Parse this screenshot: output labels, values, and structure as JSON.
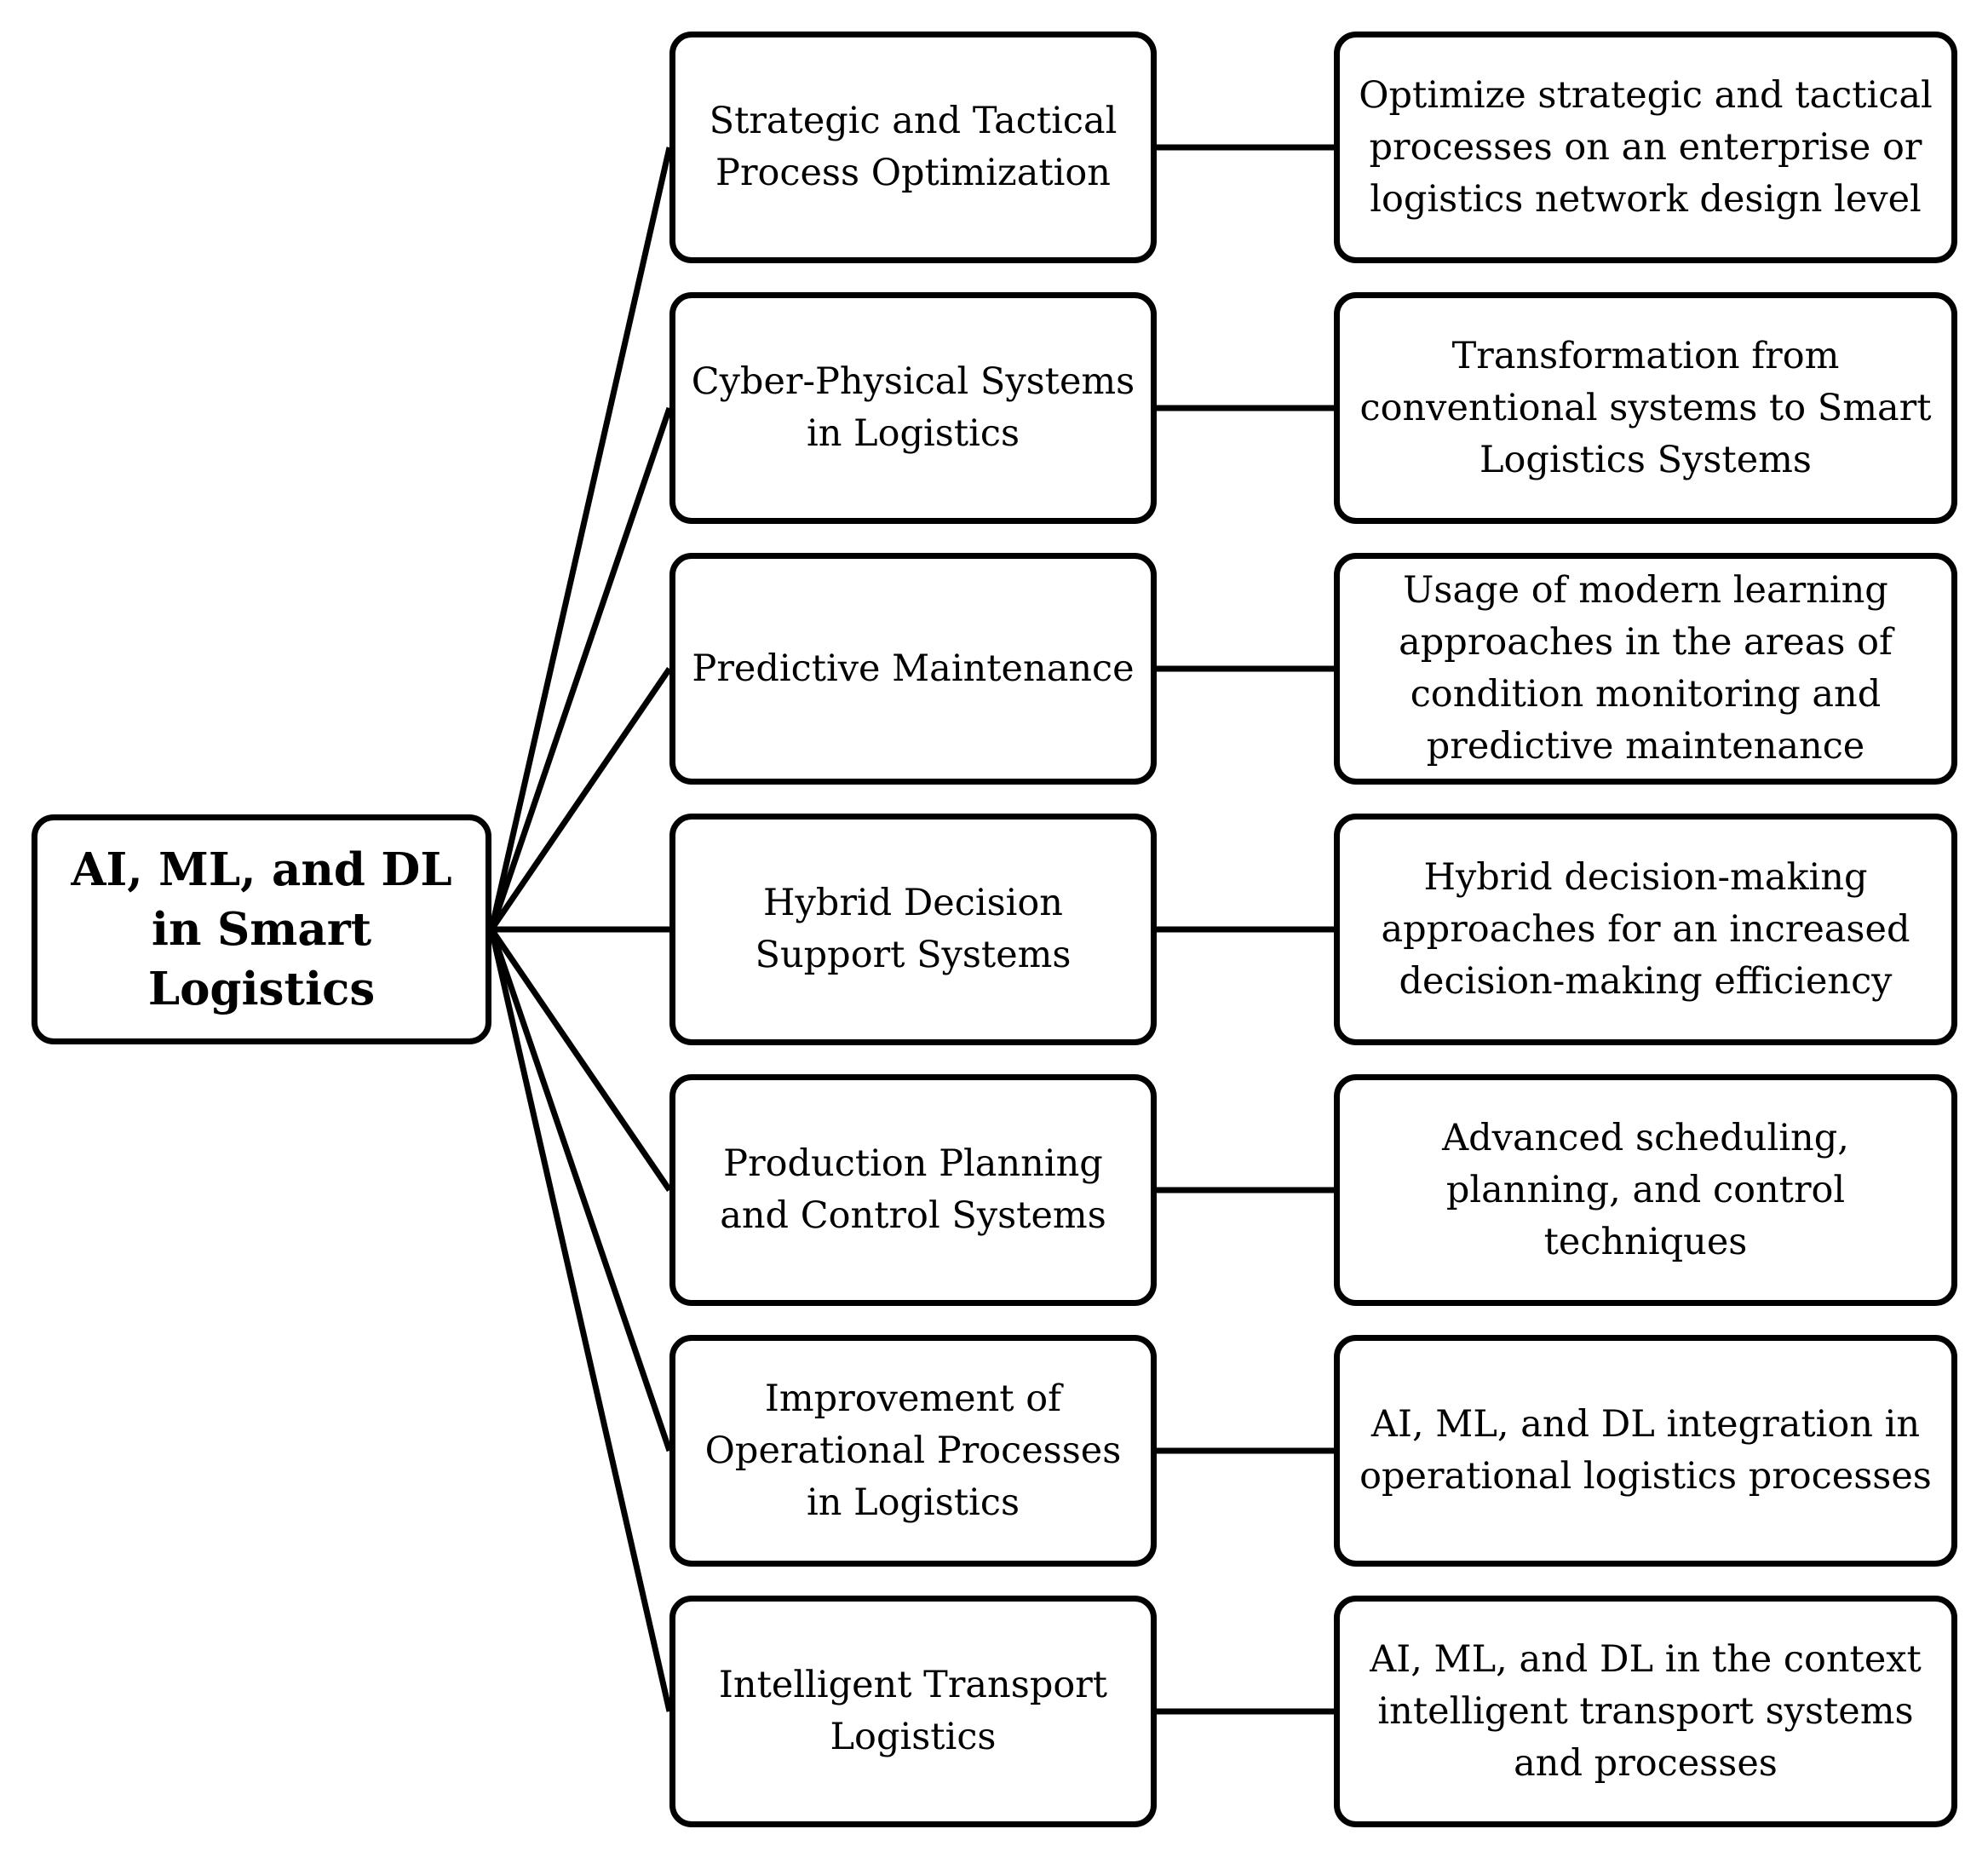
{
  "root": {
    "label": "AI, ML, and DL\nin Smart Logistics"
  },
  "rows": [
    {
      "topic": "Strategic and Tactical\nProcess Optimization",
      "description": "Optimize strategic and tactical\nprocesses on an enterprise or\nlogistics network design level"
    },
    {
      "topic": "Cyber-Physical Systems\nin Logistics",
      "description": "Transformation from\nconventional systems to Smart\nLogistics Systems"
    },
    {
      "topic": "Predictive Maintenance",
      "description": "Usage of modern learning\napproaches in the areas of\ncondition monitoring and\npredictive maintenance"
    },
    {
      "topic": "Hybrid Decision\nSupport Systems",
      "description": "Hybrid decision-making\napproaches for an increased\ndecision-making efficiency"
    },
    {
      "topic": "Production Planning\nand Control Systems",
      "description": "Advanced scheduling,\nplanning, and control\ntechniques"
    },
    {
      "topic": "Improvement of\nOperational Processes\nin Logistics",
      "description": "AI, ML, and DL integration in\noperational logistics processes"
    },
    {
      "topic": "Intelligent Transport\nLogistics",
      "description": "AI, ML, and DL in the context\nintelligent transport systems\nand processes"
    }
  ]
}
